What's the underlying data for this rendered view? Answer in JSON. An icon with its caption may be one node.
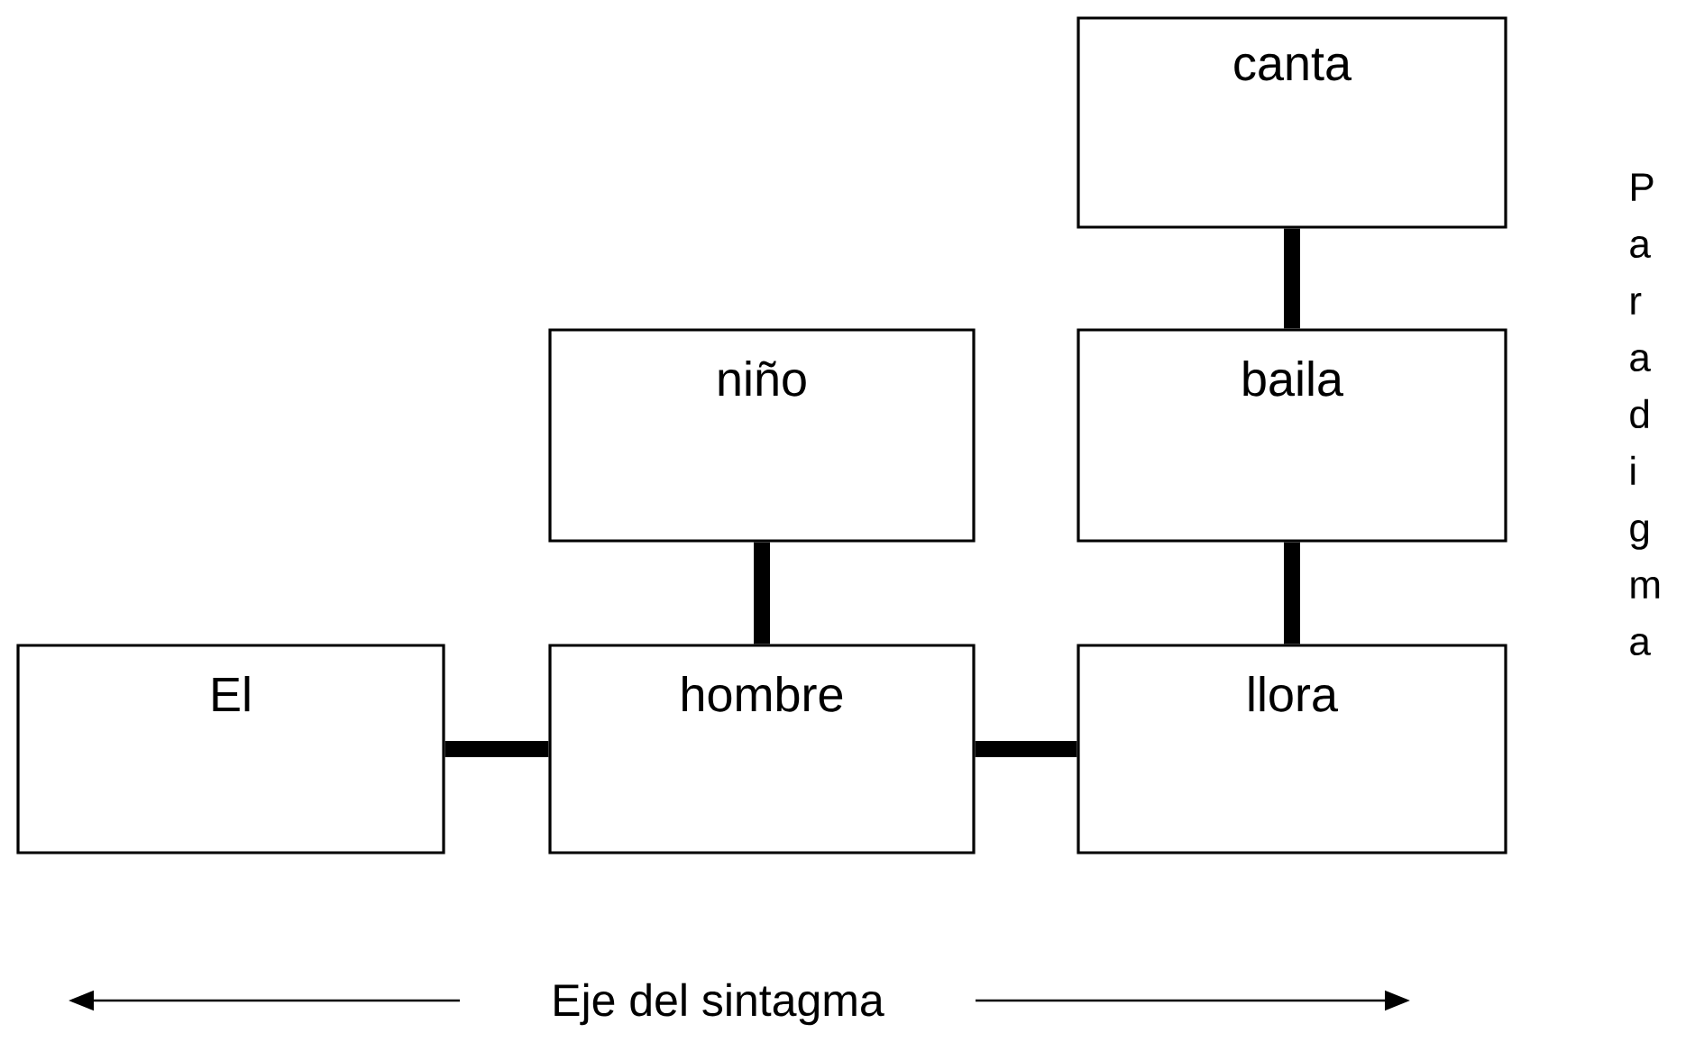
{
  "diagram": {
    "nodes": [
      {
        "text": [
          "canta"
        ]
      },
      {
        "text": [
          "niño"
        ]
      },
      {
        "text": [
          "baila"
        ]
      },
      {
        "text": [
          "El"
        ]
      },
      {
        "text": [
          "hombre"
        ]
      },
      {
        "text": [
          "llora"
        ]
      }
    ],
    "edges": [
      {
        "from": 3,
        "to": 4,
        "arrow": "none"
      },
      {
        "from": 4,
        "to": 5,
        "arrow": "none"
      },
      {
        "from": 1,
        "to": 4,
        "arrow": "none"
      },
      {
        "from": 2,
        "to": 5,
        "arrow": "none"
      },
      {
        "from": 0,
        "to": 2,
        "arrow": "none"
      }
    ],
    "labels": [
      "Paradigma",
      "Eje del sintagma"
    ]
  }
}
